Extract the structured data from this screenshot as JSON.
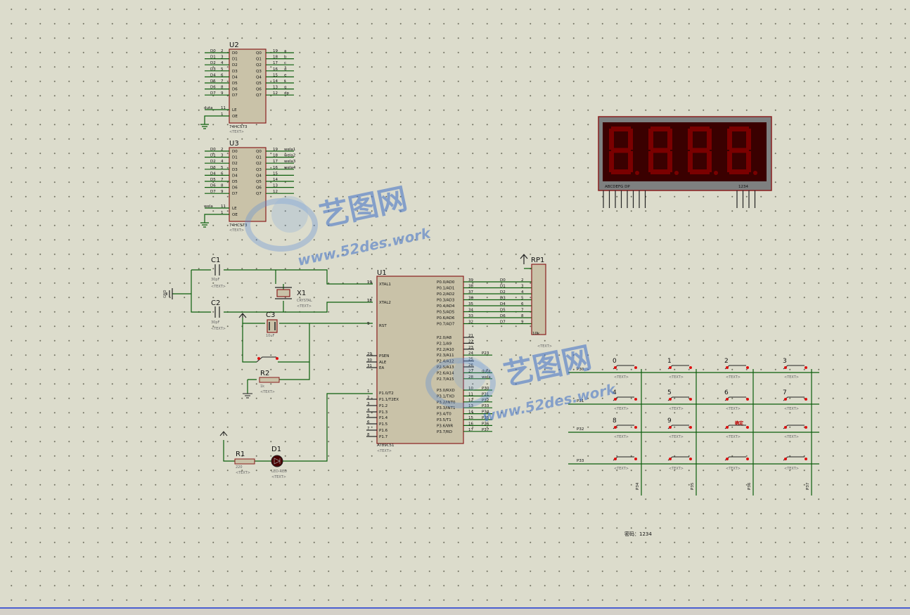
{
  "watermark": {
    "logo_text": "艺图网",
    "url_text": "www.52des.work",
    "color": "#4a78c8"
  },
  "placeholder_text": "<TEXT>",
  "u2": {
    "ref": "U2",
    "part": "74HC573",
    "in_nets": [
      "D0",
      "D1",
      "D2",
      "D3",
      "D4",
      "D5",
      "D6",
      "D7"
    ],
    "in_pins": [
      "2",
      "3",
      "4",
      "5",
      "6",
      "7",
      "8",
      "9"
    ],
    "in_names": [
      "D0",
      "D1",
      "D2",
      "D3",
      "D4",
      "D5",
      "D6",
      "D7"
    ],
    "out_pins": [
      "19",
      "18",
      "17",
      "16",
      "15",
      "14",
      "13",
      "12"
    ],
    "out_names": [
      "Q0",
      "Q1",
      "Q2",
      "Q3",
      "Q4",
      "Q5",
      "Q6",
      "Q7"
    ],
    "out_nets": [
      "a",
      "b",
      "c",
      "d",
      "e",
      "f",
      "g",
      "dp"
    ],
    "le_net": "duta",
    "le_pin": "11",
    "le_name": "LE",
    "oe_pin": "1",
    "oe_name": "OE"
  },
  "u3": {
    "ref": "U3",
    "part": "74HC573",
    "in_nets": [
      "D0",
      "D1",
      "D2",
      "D3",
      "D4",
      "D5",
      "D6",
      "D7"
    ],
    "in_pins": [
      "2",
      "3",
      "4",
      "5",
      "6",
      "7",
      "8",
      "9"
    ],
    "in_names": [
      "D0",
      "D1",
      "D2",
      "D3",
      "D4",
      "D5",
      "D6",
      "D7"
    ],
    "out_pins": [
      "19",
      "18",
      "17",
      "16",
      "15",
      "14",
      "13",
      "12"
    ],
    "out_names": [
      "Q0",
      "Q1",
      "Q2",
      "Q3",
      "Q4",
      "Q5",
      "Q6",
      "Q7"
    ],
    "out_nets": [
      "wela1",
      "wela2",
      "wela3",
      "wela4",
      "",
      "",
      "",
      ""
    ],
    "le_net": "wela",
    "le_pin": "11",
    "le_name": "LE",
    "oe_pin": "1",
    "oe_name": "OE"
  },
  "display": {
    "segment_labels": "ABCDEFG DP",
    "digit_labels": "1234",
    "digit_color": "#7a0000",
    "bg_color": "#3a0000"
  },
  "u1": {
    "ref": "U1",
    "part": "AT89C51",
    "left_pins": [
      {
        "num": "19",
        "name": "XTAL1"
      },
      {
        "num": "18",
        "name": "XTAL2"
      },
      {
        "num": "9",
        "name": "RST"
      },
      {
        "num": "29",
        "name": "PSEN"
      },
      {
        "num": "30",
        "name": "ALE"
      },
      {
        "num": "31",
        "name": "EA"
      },
      {
        "num": "1",
        "name": "P1.0/T2"
      },
      {
        "num": "2",
        "name": "P1.1/T2EX"
      },
      {
        "num": "3",
        "name": "P1.2"
      },
      {
        "num": "4",
        "name": "P1.3"
      },
      {
        "num": "5",
        "name": "P1.4"
      },
      {
        "num": "6",
        "name": "P1.5"
      },
      {
        "num": "7",
        "name": "P1.6"
      },
      {
        "num": "8",
        "name": "P1.7"
      }
    ],
    "right_pins": [
      {
        "num": "39",
        "name": "P0.0/AD0",
        "net": "D0"
      },
      {
        "num": "38",
        "name": "P0.1/AD1",
        "net": "D1"
      },
      {
        "num": "37",
        "name": "P0.2/AD2",
        "net": "D2"
      },
      {
        "num": "36",
        "name": "P0.3/AD3",
        "net": "D3"
      },
      {
        "num": "35",
        "name": "P0.4/AD4",
        "net": "D4"
      },
      {
        "num": "34",
        "name": "P0.5/AD5",
        "net": "D5"
      },
      {
        "num": "33",
        "name": "P0.6/AD6",
        "net": "D6"
      },
      {
        "num": "32",
        "name": "P0.7/AD7",
        "net": "D7"
      },
      {
        "num": "21",
        "name": "P2.0/A8",
        "net": ""
      },
      {
        "num": "22",
        "name": "P2.1/A9",
        "net": ""
      },
      {
        "num": "23",
        "name": "P2.2/A10",
        "net": ""
      },
      {
        "num": "24",
        "name": "P2.3/A11",
        "net": "P23"
      },
      {
        "num": "25",
        "name": "P2.4/A12",
        "net": ""
      },
      {
        "num": "26",
        "name": "P2.5/A13",
        "net": ""
      },
      {
        "num": "27",
        "name": "P2.6/A14",
        "net": "duta"
      },
      {
        "num": "28",
        "name": "P2.7/A15",
        "net": "wela"
      },
      {
        "num": "10",
        "name": "P3.0/RXD",
        "net": "P30"
      },
      {
        "num": "11",
        "name": "P3.1/TXD",
        "net": "P31"
      },
      {
        "num": "12",
        "name": "P3.2/INT0",
        "net": "P32"
      },
      {
        "num": "13",
        "name": "P3.3/INT1",
        "net": "P33"
      },
      {
        "num": "14",
        "name": "P3.4/T0",
        "net": "P34"
      },
      {
        "num": "15",
        "name": "P3.5/T1",
        "net": "P35"
      },
      {
        "num": "16",
        "name": "P3.6/WR",
        "net": "P36"
      },
      {
        "num": "17",
        "name": "P3.7/RD",
        "net": "P37"
      }
    ]
  },
  "rp1": {
    "ref": "RP1",
    "value": "10k",
    "pins": [
      "2",
      "3",
      "4",
      "5",
      "6",
      "7",
      "8",
      "9"
    ],
    "nets": [
      "D0",
      "D1",
      "D2",
      "D3",
      "D4",
      "D5",
      "D6",
      "D7"
    ]
  },
  "c1": {
    "ref": "C1",
    "value": "30pF"
  },
  "c2": {
    "ref": "C2",
    "value": "30pF"
  },
  "c3": {
    "ref": "C3",
    "value": "10uF"
  },
  "x1": {
    "ref": "X1",
    "value": "CRYSTAL"
  },
  "r2": {
    "ref": "R2",
    "value": "1k"
  },
  "r1": {
    "ref": "R1",
    "value": "220"
  },
  "d1": {
    "ref": "D1",
    "value": "LED-RED"
  },
  "gnd_label": "GND",
  "pin9": "9",
  "pin19": "19",
  "pin18": "18",
  "pin1": "1",
  "pin2": "2",
  "keypad": {
    "row_nets": [
      "P30",
      "P31",
      "P32",
      "P33"
    ],
    "col_nets": [
      "P34",
      "P35",
      "P36",
      "P37"
    ],
    "key_labels": [
      [
        "0",
        "1",
        "2",
        "3"
      ],
      [
        "4",
        "5",
        "6",
        "7"
      ],
      [
        "8",
        "9",
        "",
        ""
      ],
      [
        "",
        "",
        "",
        ""
      ]
    ],
    "highlight_label": "确定"
  },
  "note": "密码：1234"
}
